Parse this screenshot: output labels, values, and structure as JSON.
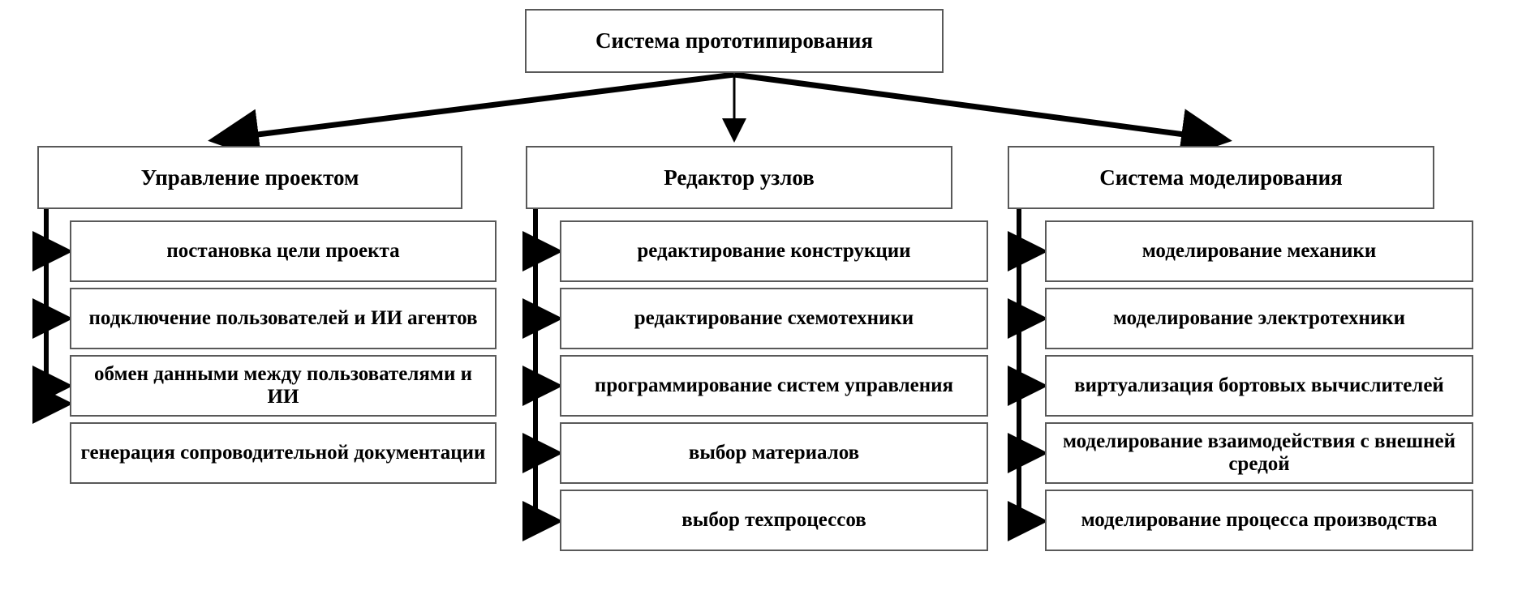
{
  "diagram": {
    "title": "Система прототипирования",
    "type": "hierarchy-tree",
    "colors": {
      "box_border": "#595959",
      "connector": "#000000",
      "background": "#ffffff",
      "text": "#000000"
    },
    "root": {
      "label": "Система прототипирования"
    },
    "groups": [
      {
        "label": "Управление проектом",
        "items": [
          {
            "label": "постановка цели проекта"
          },
          {
            "label": "подключение пользователей и ИИ агентов"
          },
          {
            "label": "обмен данными между пользователями и ИИ"
          },
          {
            "label": "генерация сопроводительной документации"
          }
        ]
      },
      {
        "label": "Редактор узлов",
        "items": [
          {
            "label": "редактирование конструкции"
          },
          {
            "label": "редактирование схемотехники"
          },
          {
            "label": "программирование систем управления"
          },
          {
            "label": "выбор материалов"
          },
          {
            "label": "выбор техпроцессов"
          }
        ]
      },
      {
        "label": "Система моделирования",
        "items": [
          {
            "label": "моделирование механики"
          },
          {
            "label": "моделирование электротехники"
          },
          {
            "label": "виртуализация бортовых вычислителей"
          },
          {
            "label": "моделирование взаимодействия с внешней средой"
          },
          {
            "label": "моделирование процесса производства"
          }
        ]
      }
    ]
  }
}
